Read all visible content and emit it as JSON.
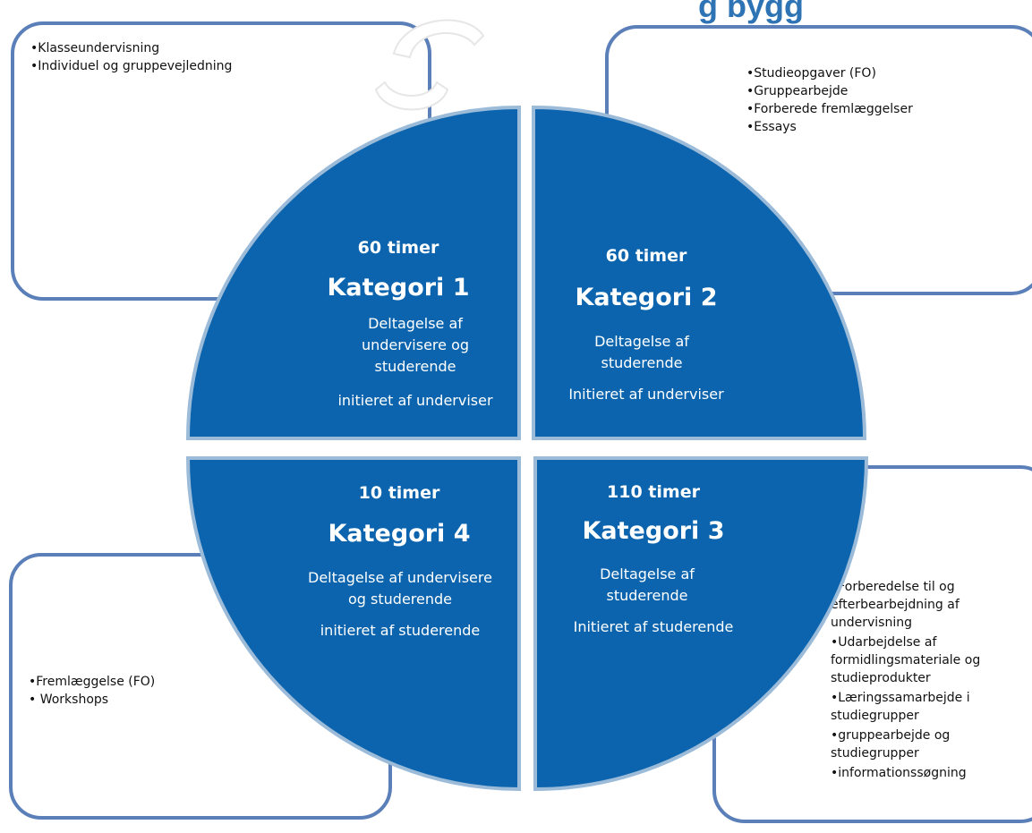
{
  "title_partial": "g  bygg",
  "colors": {
    "quadrant_fill": "#0b64ad",
    "quadrant_stroke": "#9bbbd9",
    "box_border": "#5b7fb8",
    "title": "#2e74b5"
  },
  "quadrants": {
    "k1": {
      "hours": "60 timer",
      "title": "Kategori 1",
      "desc": [
        "Deltagelse af",
        "undervisere og",
        "studerende",
        "initieret af underviser"
      ]
    },
    "k2": {
      "hours": "60 timer",
      "title": "Kategori 2",
      "desc": [
        "Deltagelse af",
        "studerende",
        "Initieret af underviser"
      ]
    },
    "k3": {
      "hours": "110 timer",
      "title": "Kategori 3",
      "desc": [
        "Deltagelse af",
        "studerende",
        "Initieret af studerende"
      ]
    },
    "k4": {
      "hours": "10 timer",
      "title": "Kategori 4",
      "desc": [
        "Deltagelse af undervisere",
        "og studerende",
        "initieret af studerende"
      ]
    }
  },
  "boxes": {
    "top_left": [
      "•Klasseundervisning",
      "•Individuel og gruppevejledning"
    ],
    "top_right": [
      "•Studieopgaver (FO)",
      "•Gruppearbejde",
      "•Forberede fremlæggelser",
      "•Essays"
    ],
    "bottom_left": [
      "•Fremlæggelse (FO)",
      "• Workshops"
    ],
    "bottom_right": [
      "•Forberedelse til og efterbearbejdning af undervisning",
      "•Udarbejdelse af formidlingsmateriale og studieprodukter",
      "•Læringssamarbejde i studiegrupper",
      "•gruppearbejde og studiegrupper",
      "•informationssøgning"
    ]
  }
}
